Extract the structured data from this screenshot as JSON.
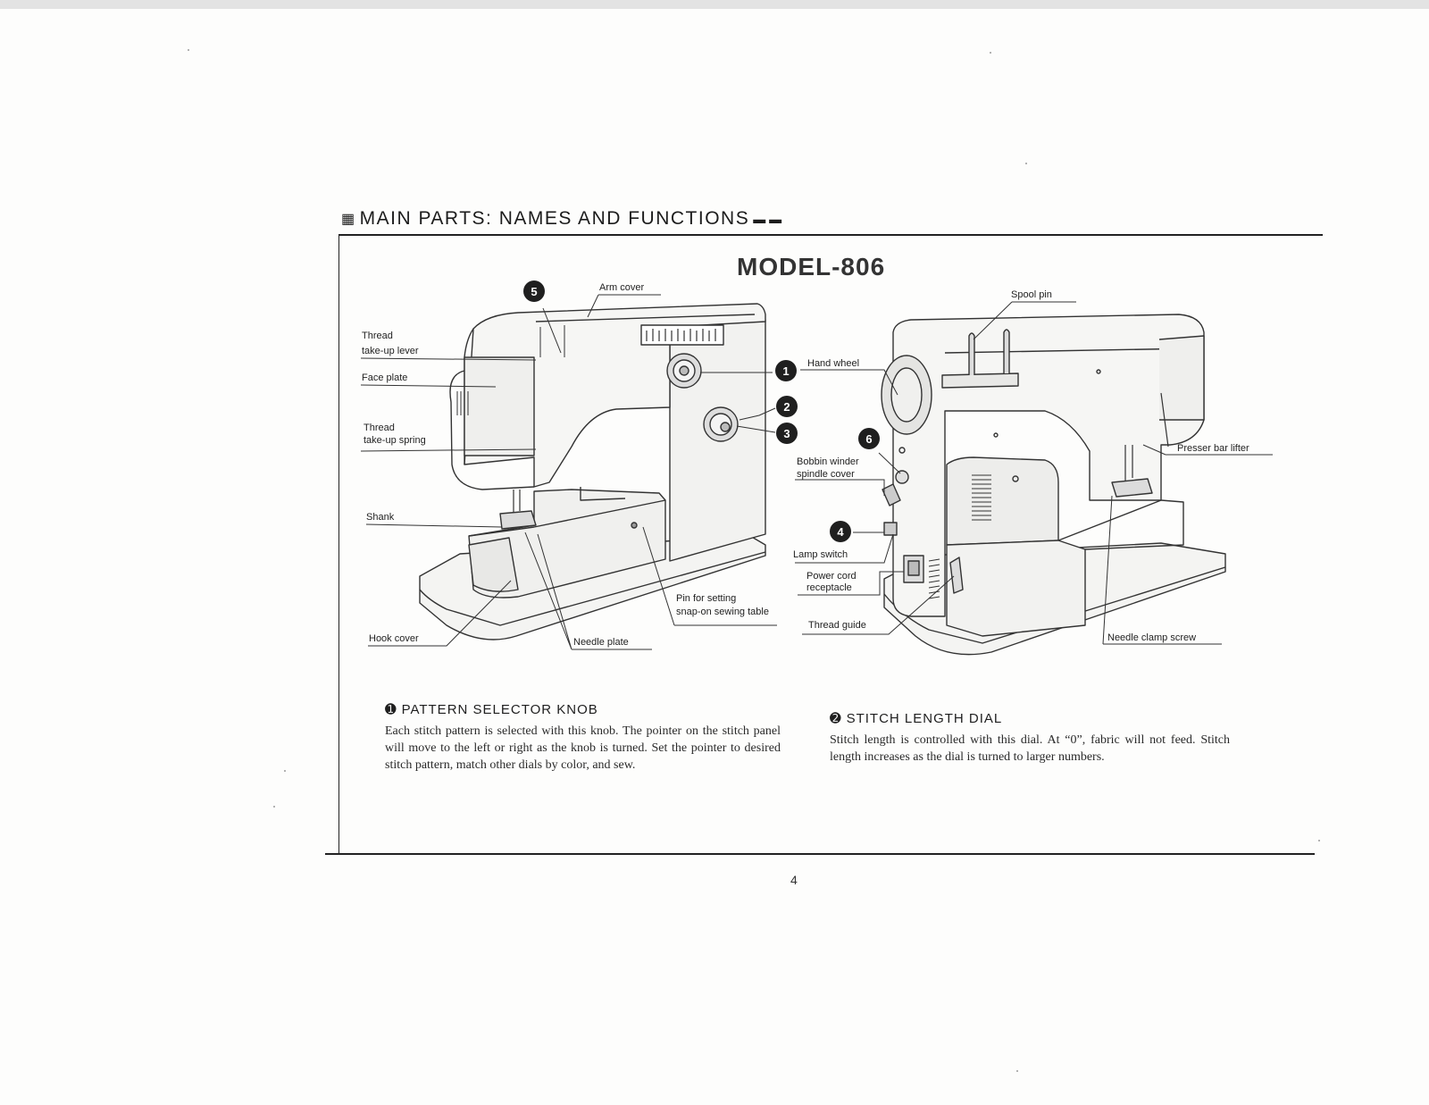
{
  "page": {
    "heading": "MAIN PARTS: NAMES AND FUNCTIONS",
    "heading_icon": "▦",
    "heading_tail": "▬ ▬",
    "model": "MODEL-806",
    "page_number": "4"
  },
  "diagram_front": {
    "arm_cover": "Arm cover",
    "thread_takeup_lever": [
      "Thread",
      "take-up lever"
    ],
    "face_plate": "Face plate",
    "thread_takeup_spring": [
      "Thread",
      "take-up spring"
    ],
    "shank": "Shank",
    "hook_cover": "Hook cover",
    "needle_plate": "Needle plate",
    "pin_table": [
      "Pin for setting",
      "snap-on sewing table"
    ],
    "hand_wheel": "Hand wheel"
  },
  "diagram_rear": {
    "spool_pin": "Spool pin",
    "bobbin_winder": [
      "Bobbin winder",
      "spindle cover"
    ],
    "lamp_switch": "Lamp switch",
    "power_cord": [
      "Power cord",
      "receptacle"
    ],
    "thread_guide": "Thread guide",
    "presser_bar_lifter": "Presser bar lifter",
    "needle_clamp_screw": "Needle clamp screw"
  },
  "callout_numbers": {
    "n1": "1",
    "n2": "2",
    "n3": "3",
    "n4": "4",
    "n5": "5",
    "n6": "6"
  },
  "sections": [
    {
      "icon": "➊",
      "title": "PATTERN SELECTOR KNOB",
      "body": "Each stitch pattern is selected with this knob. The pointer on the stitch panel will move to the left or right as the knob is turned. Set the pointer to desired stitch pattern, match other dials by color, and sew."
    },
    {
      "icon": "➋",
      "title": "STITCH LENGTH DIAL",
      "body": "Stitch length is controlled with this dial. At “0”, fabric will not feed. Stitch length increases as the dial is turned to larger numbers."
    }
  ]
}
